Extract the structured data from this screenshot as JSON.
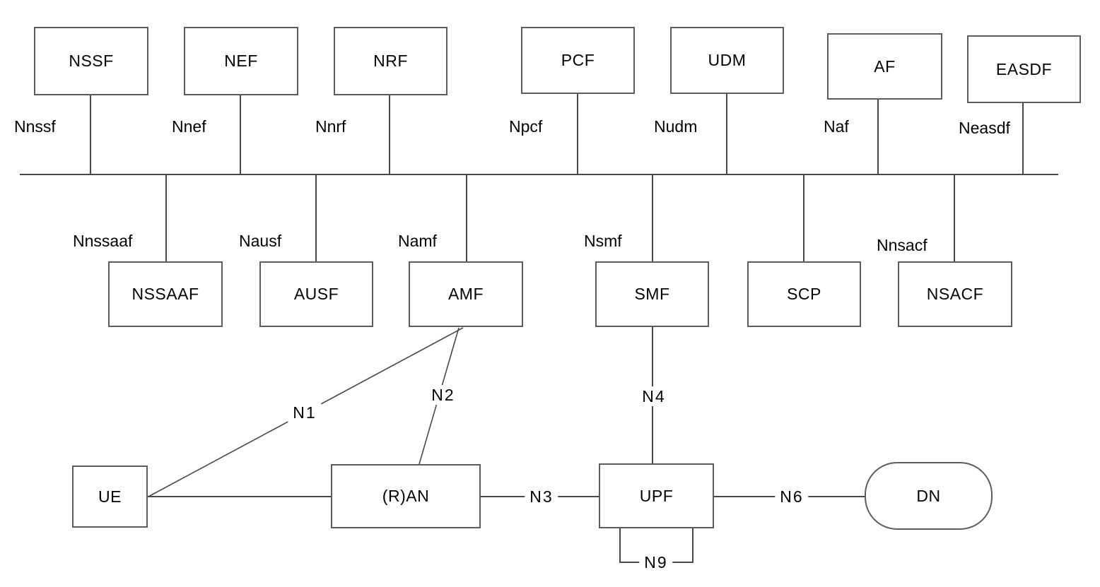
{
  "nodes": {
    "nssf": "NSSF",
    "nef": "NEF",
    "nrf": "NRF",
    "pcf": "PCF",
    "udm": "UDM",
    "af": "AF",
    "easdf": "EASDF",
    "nssaaf": "NSSAAF",
    "ausf": "AUSF",
    "amf": "AMF",
    "smf": "SMF",
    "scp": "SCP",
    "nsacf": "NSACF",
    "ue": "UE",
    "ran": "(R)AN",
    "upf": "UPF",
    "dn": "DN"
  },
  "interface_labels": {
    "nnssf": "Nnssf",
    "nnef": "Nnef",
    "nnrf": "Nnrf",
    "npcf": "Npcf",
    "nudm": "Nudm",
    "naf": "Naf",
    "neasdf": "Neasdf",
    "nnssaaf": "Nnssaaf",
    "nausf": "Nausf",
    "namf": "Namf",
    "nsmf": "Nsmf",
    "nnsacf": "Nnsacf"
  },
  "reference_points": {
    "n1": "N1",
    "n2": "N2",
    "n3": "N3",
    "n4": "N4",
    "n6": "N6",
    "n9": "N9"
  },
  "colors": {
    "line": "#484848",
    "border": "#5c5c5c",
    "text": "#000000",
    "background": "#ffffff"
  }
}
